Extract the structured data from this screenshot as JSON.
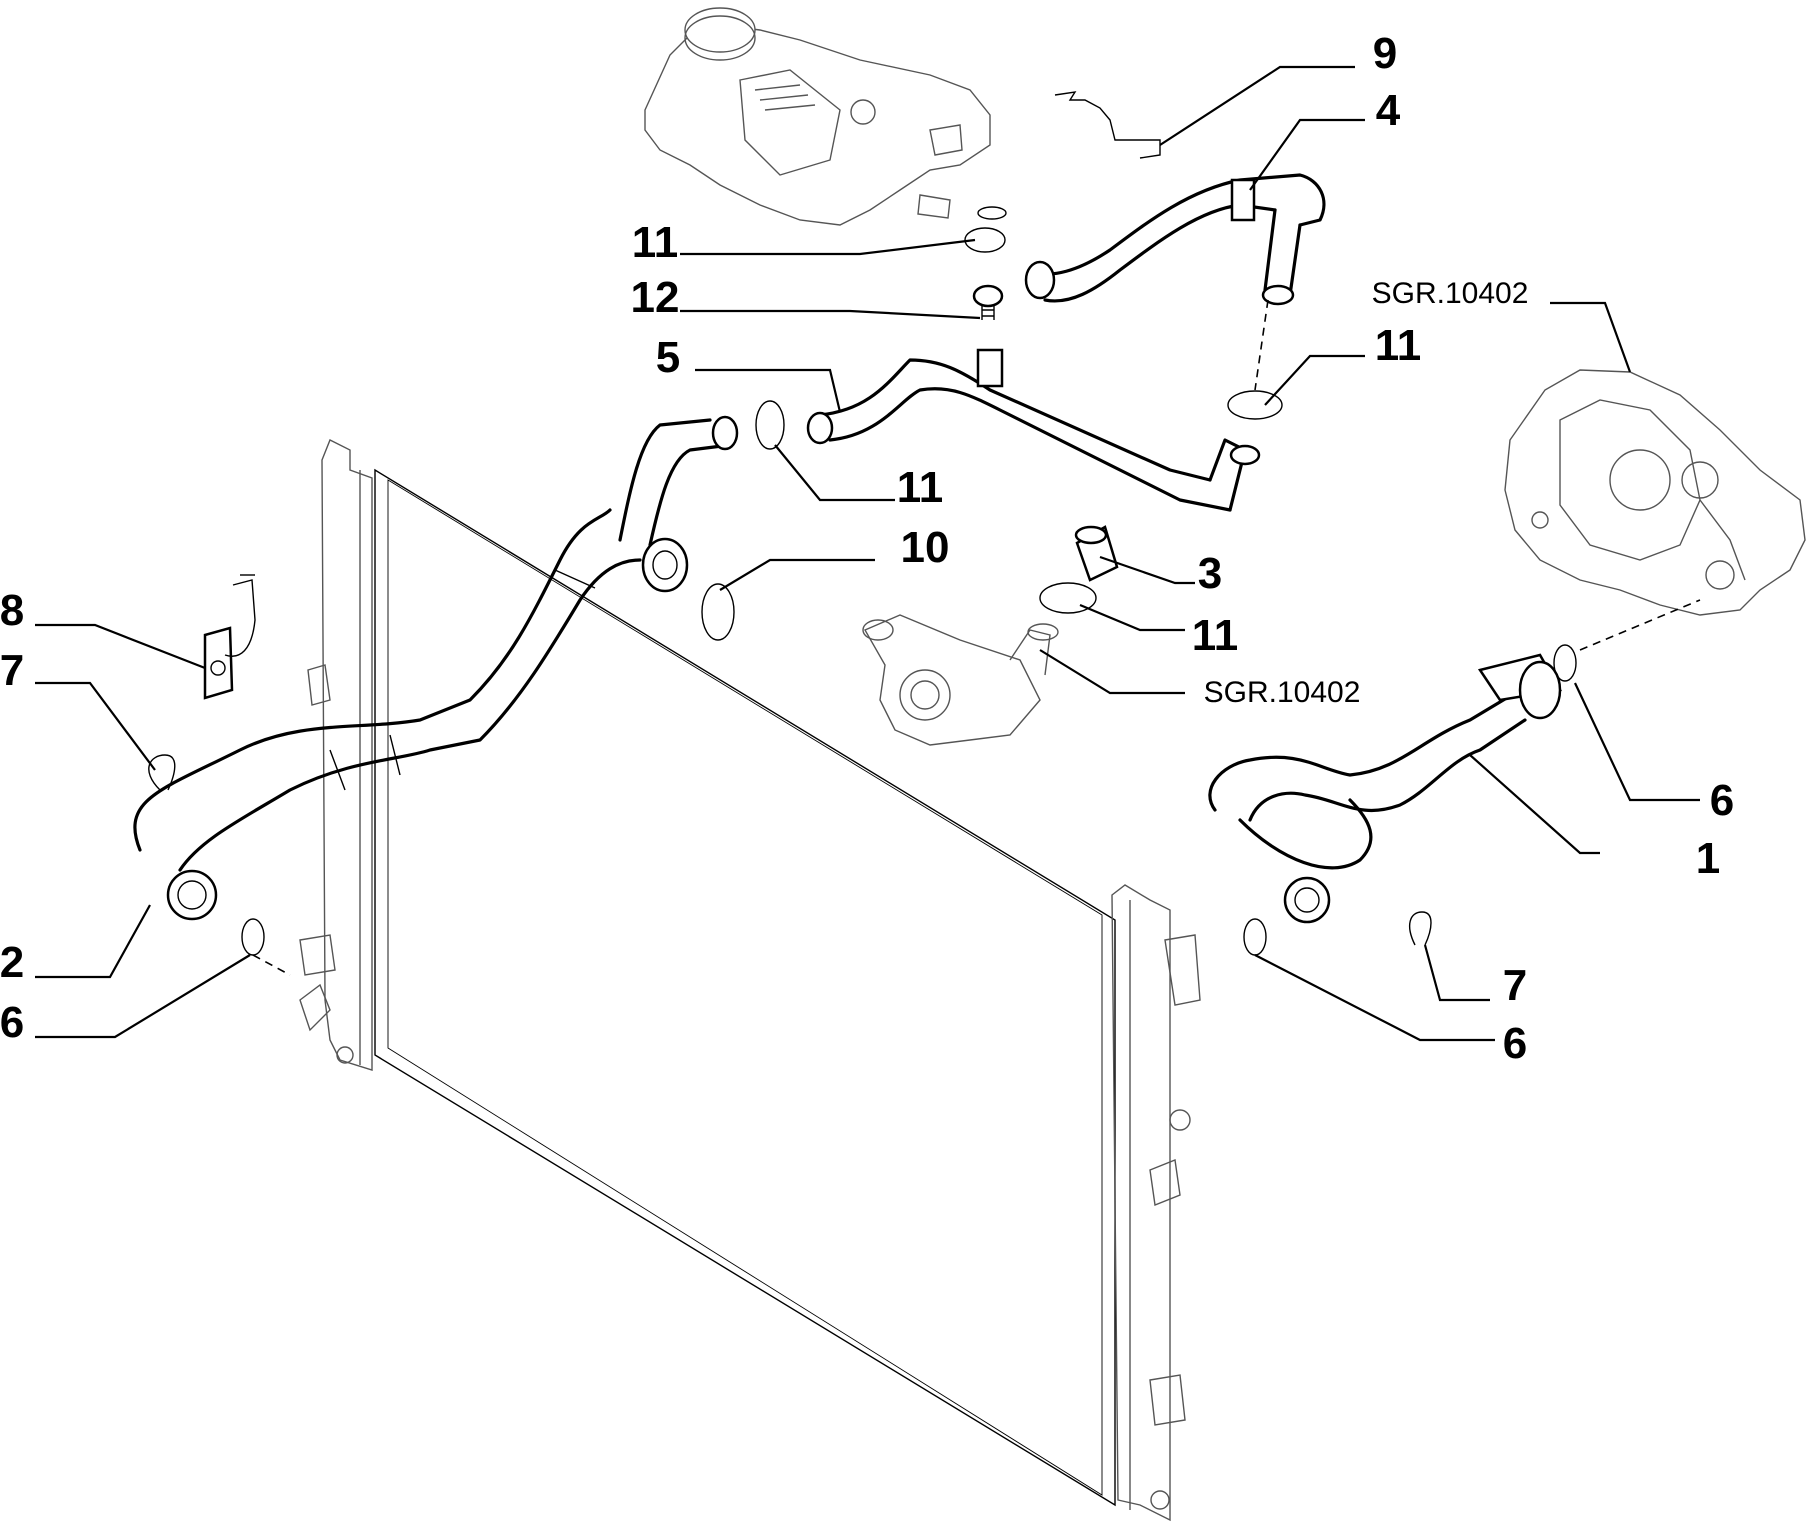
{
  "callouts": {
    "c1": "1",
    "c2": "2",
    "c3": "3",
    "c4": "4",
    "c5": "5",
    "c6a": "6",
    "c6b": "6",
    "c6c": "6",
    "c7a": "7",
    "c7b": "7",
    "c8": "8",
    "c9": "9",
    "c10": "10",
    "c11a": "11",
    "c11b": "11",
    "c11c": "11",
    "c11d": "11",
    "c12": "12"
  },
  "references": {
    "pump_ref": "SGR.10402",
    "thermostat_ref": "SGR.10402"
  }
}
